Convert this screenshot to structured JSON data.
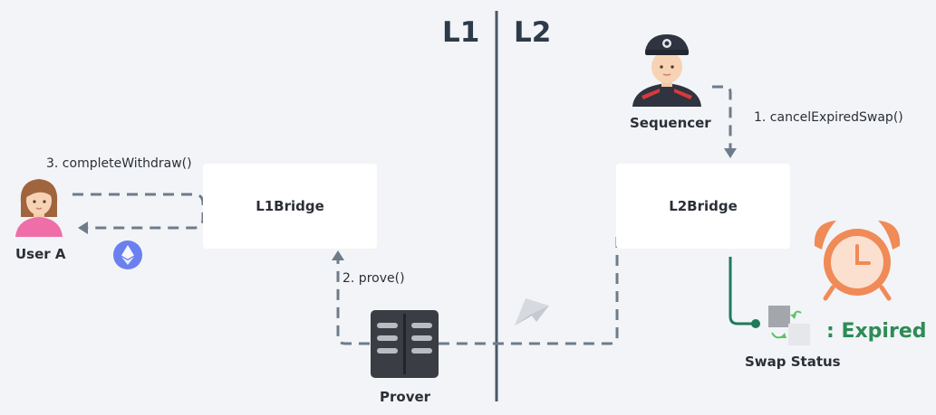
{
  "headers": {
    "l1": "L1",
    "l2": "L2"
  },
  "nodes": {
    "l1_bridge": "L1Bridge",
    "l2_bridge": "L2Bridge",
    "user": "User A",
    "sequencer": "Sequencer",
    "prover": "Prover",
    "swap_status": "Swap Status"
  },
  "calls": {
    "cancel": "1. cancelExpiredSwap()",
    "prove": "2. prove()",
    "complete": "3. completeWithdraw()"
  },
  "status": {
    "value": ": Expired"
  },
  "colors": {
    "dashed": "#6e7b8b",
    "divider": "#4a5866",
    "expired": "#2e8b57",
    "status_line": "#1f7a5a",
    "alarm": "#f08a57",
    "eth": "#6a7ff0"
  },
  "icons": [
    "user-icon",
    "sequencer-icon",
    "prover-server-icon",
    "ethereum-icon",
    "paper-plane-icon",
    "alarm-clock-icon",
    "swap-status-icon"
  ]
}
